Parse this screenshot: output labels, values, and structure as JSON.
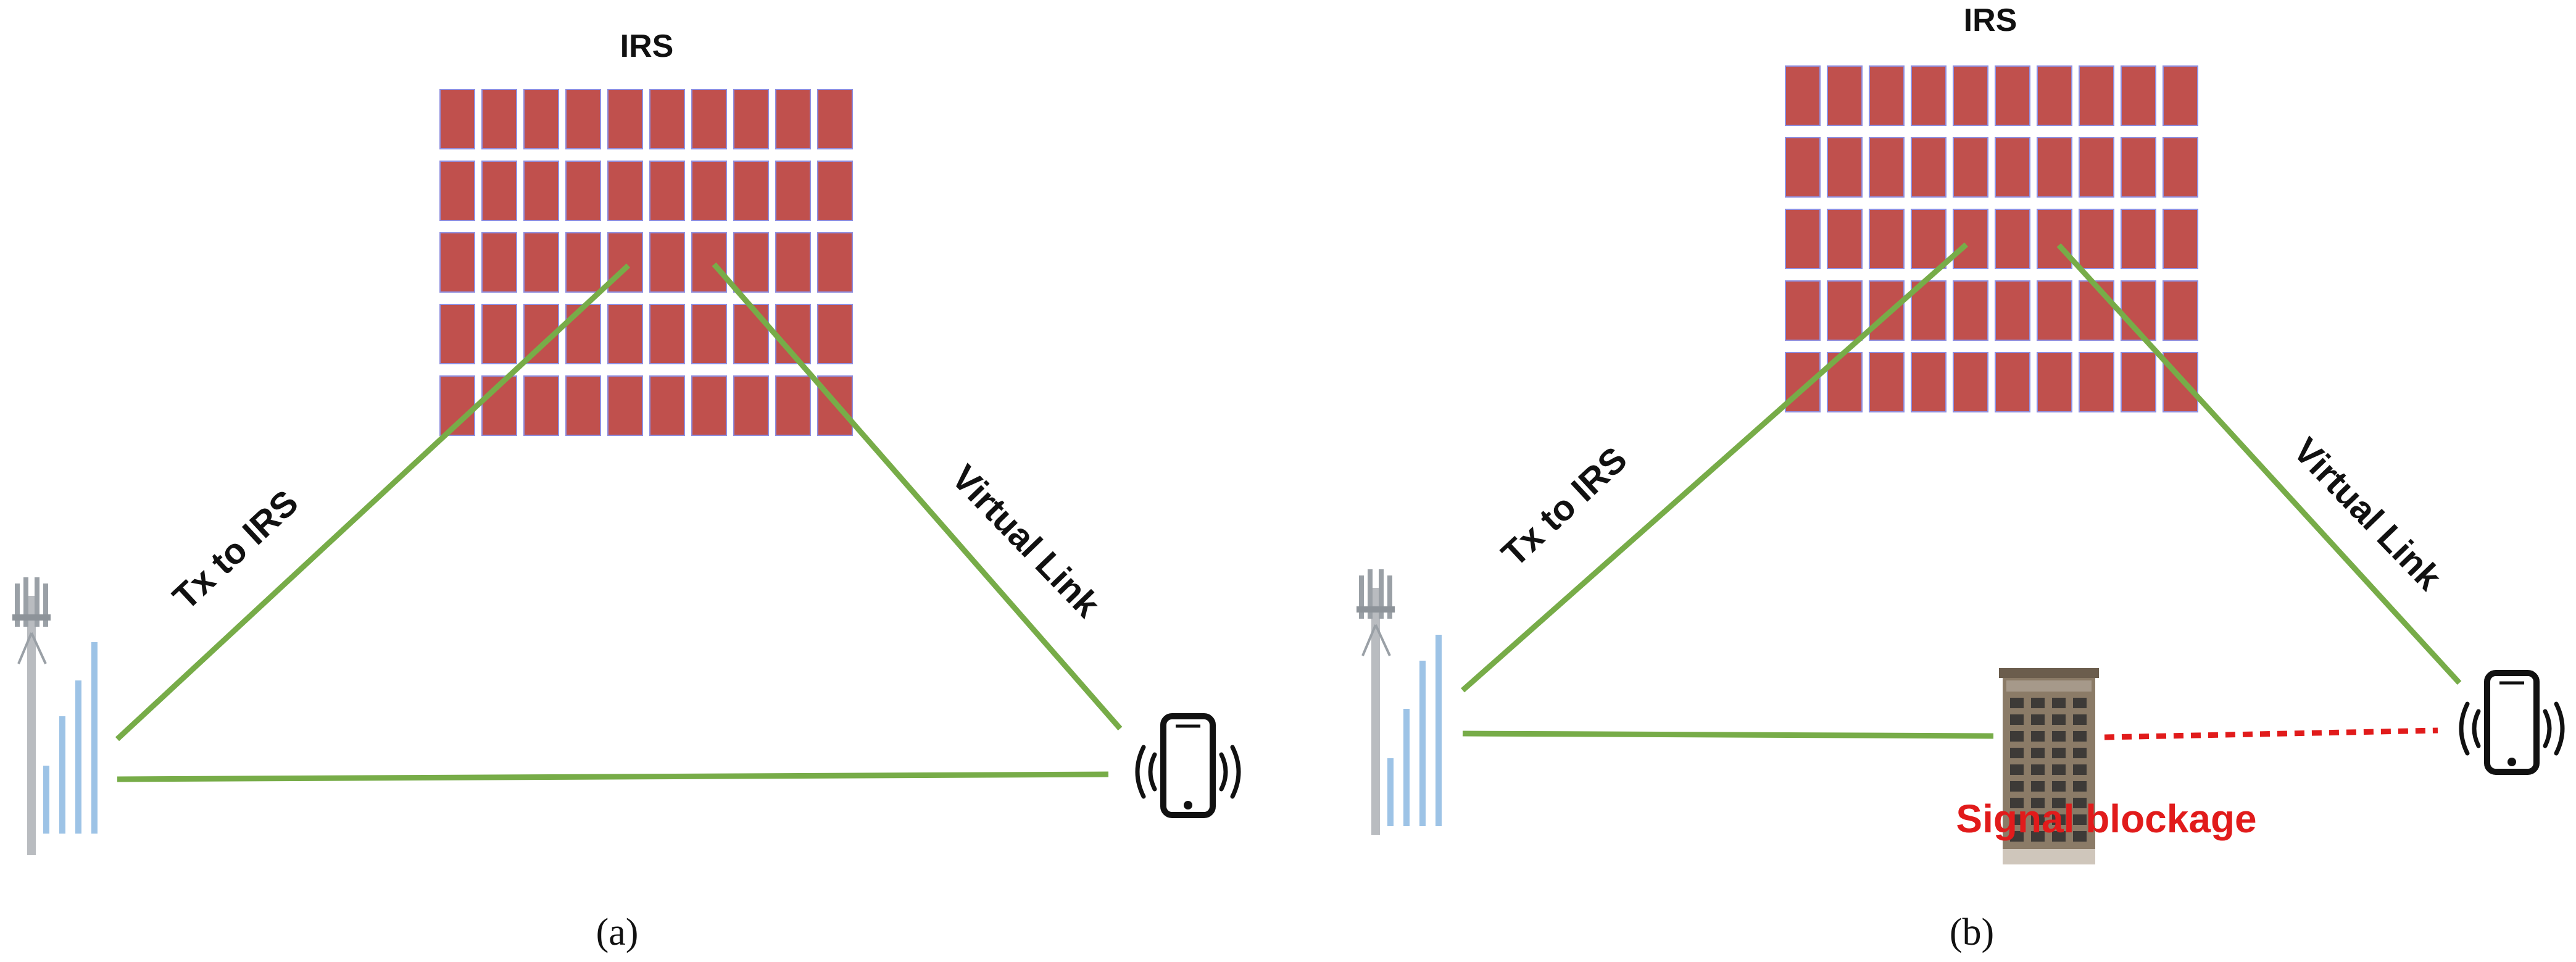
{
  "colors": {
    "irs_fill": "#c0504d",
    "irs_stroke": "#8f8fe0",
    "link": "#77ac48",
    "blockage_link": "#e11b1b",
    "blockage_text": "#e11b1b",
    "signal_bars": "#9dc3e6",
    "phone": "#111111"
  },
  "panels": [
    {
      "irs_label": "IRS",
      "tx_link_label": "Tx to IRS",
      "virtual_link_label": "Virtual Link",
      "caption": "(a)"
    },
    {
      "irs_label": "IRS",
      "tx_link_label": "Tx to IRS",
      "virtual_link_label": "Virtual Link",
      "blockage_label": "Signal blockage",
      "caption": "(b)"
    }
  ],
  "icons": {
    "tower": "cell-tower-icon",
    "signal": "signal-bars-icon",
    "phone": "smartphone-icon",
    "building": "building-icon"
  }
}
